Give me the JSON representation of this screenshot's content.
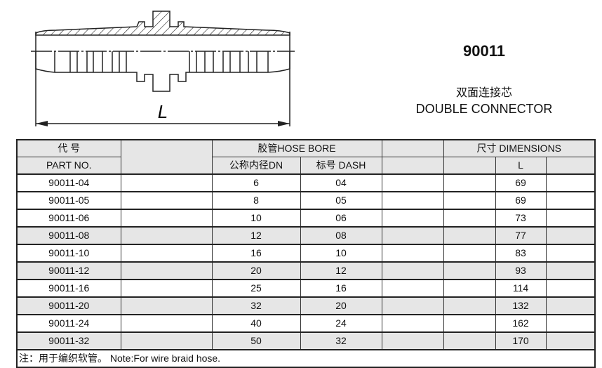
{
  "drawing": {
    "dimension_label": "L"
  },
  "product": {
    "code": "90011",
    "name_cn": "双面连接芯",
    "name_en": "DOUBLE CONNECTOR"
  },
  "table": {
    "header": {
      "part_cn": "代 号",
      "part_en": "PART NO.",
      "hose_bore": "胶管HOSE BORE",
      "dn": "公称内径DN",
      "dash": "标号 DASH",
      "dimensions": "尺寸  DIMENSIONS",
      "l": "L"
    },
    "rows": [
      {
        "part": "90011-04",
        "dn": "6",
        "dash": "04",
        "l": "69"
      },
      {
        "part": "90011-05",
        "dn": "8",
        "dash": "05",
        "l": "69"
      },
      {
        "part": "90011-06",
        "dn": "10",
        "dash": "06",
        "l": "73"
      },
      {
        "part": "90011-08",
        "dn": "12",
        "dash": "08",
        "l": "77"
      },
      {
        "part": "90011-10",
        "dn": "16",
        "dash": "10",
        "l": "83"
      },
      {
        "part": "90011-12",
        "dn": "20",
        "dash": "12",
        "l": "93"
      },
      {
        "part": "90011-16",
        "dn": "25",
        "dash": "16",
        "l": "114"
      },
      {
        "part": "90011-20",
        "dn": "32",
        "dash": "20",
        "l": "132"
      },
      {
        "part": "90011-24",
        "dn": "40",
        "dash": "24",
        "l": "162"
      },
      {
        "part": "90011-32",
        "dn": "50",
        "dash": "32",
        "l": "170"
      }
    ],
    "note": "注：用于编织软管。   Note:For wire braid hose."
  }
}
